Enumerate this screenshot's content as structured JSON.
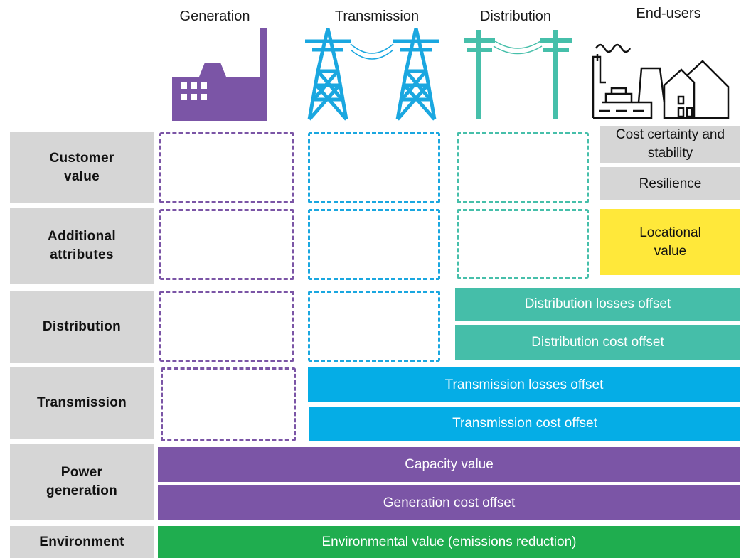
{
  "columns": {
    "generation": "Generation",
    "transmission": "Transmission",
    "distribution": "Distribution",
    "end_users": "End-users"
  },
  "rows": {
    "customer_value": "Customer value",
    "additional_attributes": "Additional attributes",
    "distribution": "Distribution",
    "transmission": "Transmission",
    "power_generation": "Power generation",
    "environment": "Environment"
  },
  "bars": {
    "cost_certainty": "Cost certainty and stability",
    "resilience": "Resilience",
    "locational_value": "Locational value",
    "distribution_losses": "Distribution losses offset",
    "distribution_cost": "Distribution cost offset",
    "transmission_losses": "Transmission losses offset",
    "transmission_cost": "Transmission cost offset",
    "capacity_value": "Capacity value",
    "generation_cost": "Generation cost offset",
    "environmental_value": "Environmental value (emissions reduction)"
  },
  "colors": {
    "generation": "#7b55a6",
    "transmission": "#05ade6",
    "distribution": "#45bea9",
    "environment": "#1fad4f",
    "locational": "#ffe83a",
    "label_grey": "#d6d6d6"
  },
  "icons": {
    "generation": "factory-icon",
    "transmission": "transmission-tower-icon",
    "distribution": "utility-pole-icon",
    "end_users": "buildings-icon"
  }
}
